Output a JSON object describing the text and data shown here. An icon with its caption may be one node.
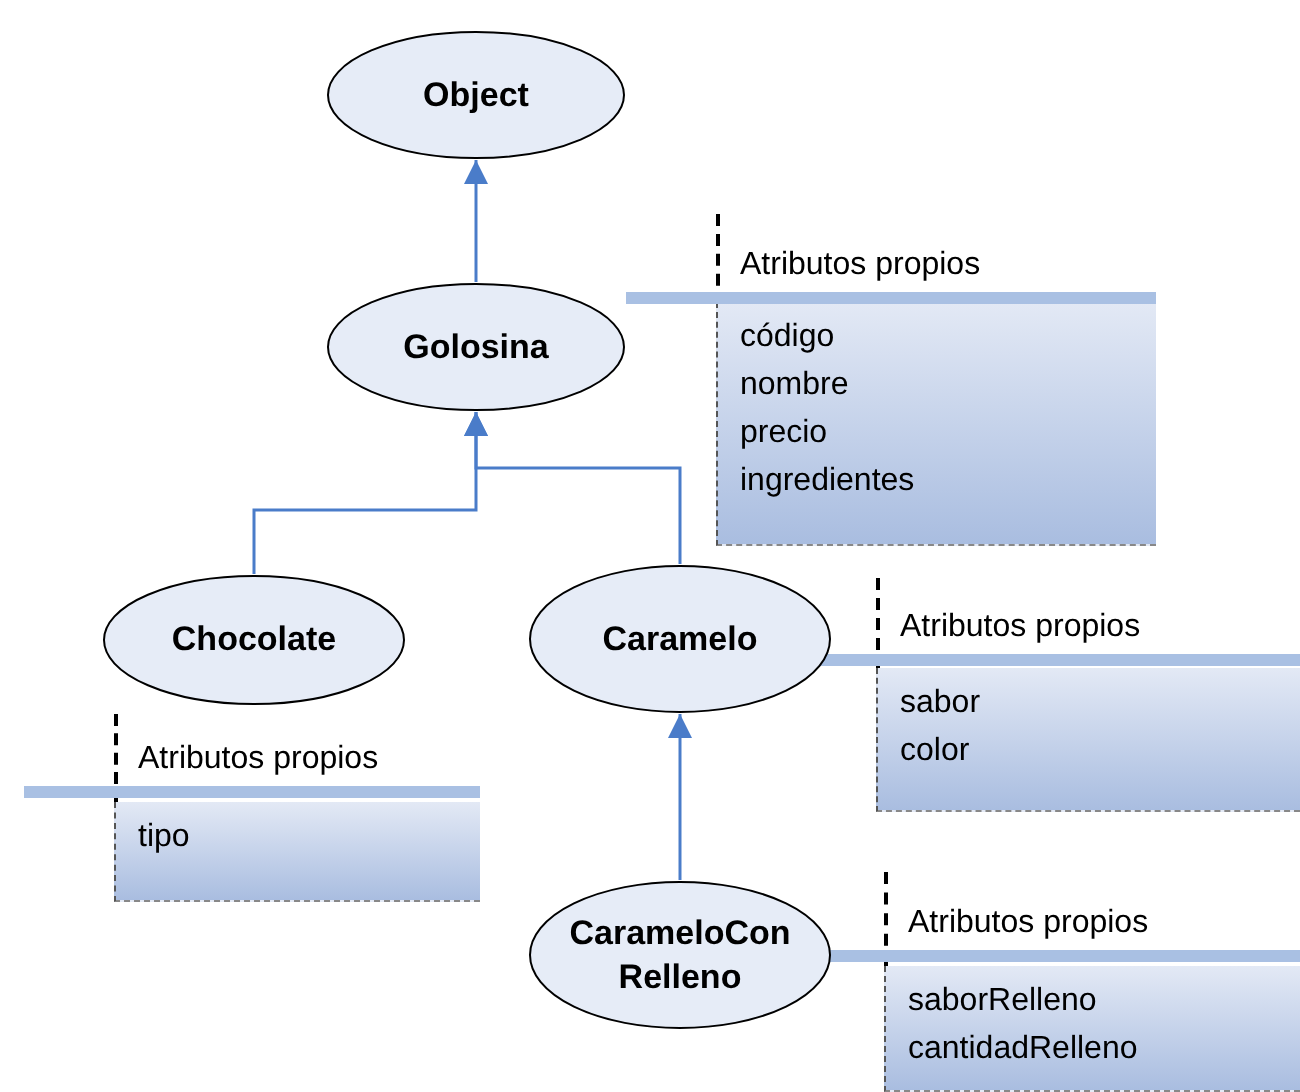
{
  "diagram": {
    "nodes": [
      {
        "text": [
          "Object"
        ]
      },
      {
        "text": [
          "Golosina"
        ]
      },
      {
        "text": [
          "Atributos propios",
          "código",
          "nombre",
          "precio",
          "ingredientes"
        ]
      },
      {
        "text": [
          "Chocolate"
        ]
      },
      {
        "text": [
          "Caramelo"
        ]
      },
      {
        "text": [
          "Atributos propios",
          "sabor",
          "color"
        ]
      },
      {
        "text": [
          "Atributos propios",
          "tipo"
        ]
      },
      {
        "text": [
          "CarameloConRelleno"
        ]
      },
      {
        "text": [
          "Atributos propios",
          "saborRelleno",
          "cantidadRelleno"
        ]
      }
    ],
    "edges": [
      {
        "from": 1,
        "to": 0,
        "arrow": "to"
      },
      {
        "from": 3,
        "to": 1,
        "arrow": "to"
      },
      {
        "from": 4,
        "to": 1,
        "arrow": "to"
      },
      {
        "from": 7,
        "to": 4,
        "arrow": "to"
      }
    ]
  }
}
